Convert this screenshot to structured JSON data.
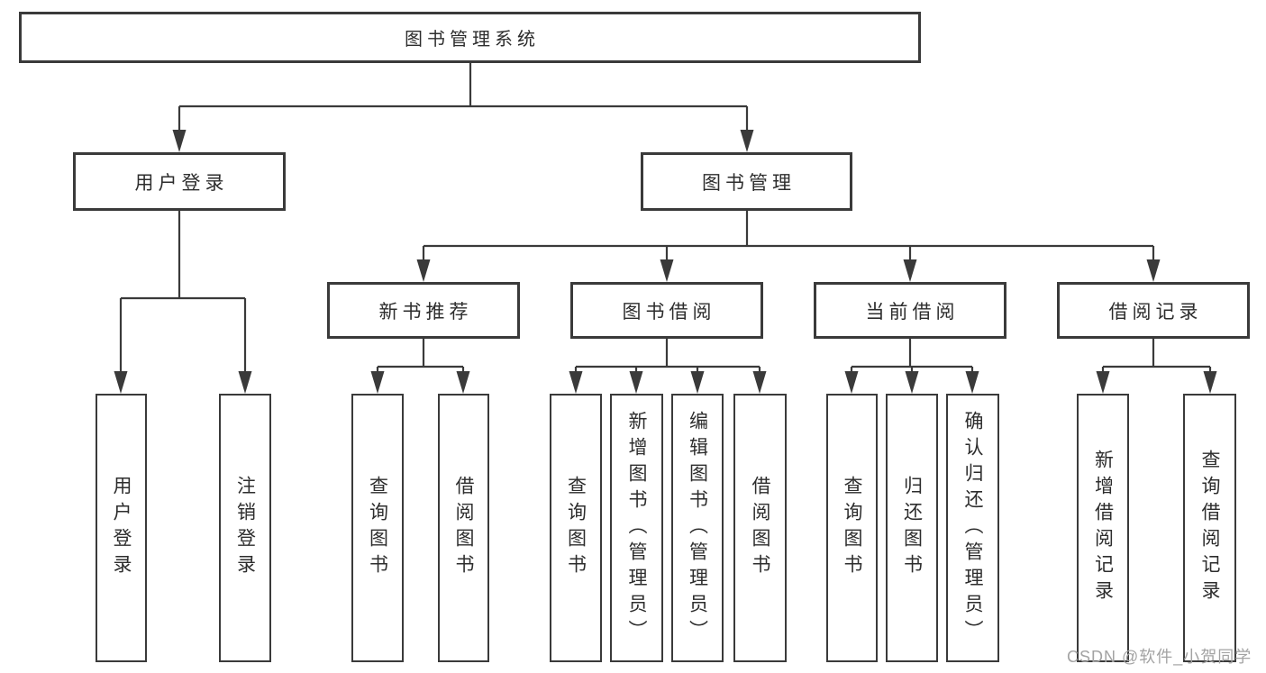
{
  "diagram": {
    "root": "图书管理系统",
    "level1": {
      "user_login": "用户登录",
      "book_management": "图书管理"
    },
    "level2": {
      "new_book_recommendation": "新书推荐",
      "book_borrowing": "图书借阅",
      "current_borrowing": "当前借阅",
      "borrowing_records": "借阅记录"
    },
    "leaves": {
      "user_login": [
        "用户登录",
        "注销登录"
      ],
      "new_book_recommendation": [
        "查询图书",
        "借阅图书"
      ],
      "book_borrowing": [
        "查询图书",
        "新增图书（管理员）",
        "编辑图书（管理员）",
        "借阅图书"
      ],
      "current_borrowing": [
        "查询图书",
        "归还图书",
        "确认归还（管理员）"
      ],
      "borrowing_records": [
        "新增借阅记录",
        "查询借阅记录"
      ]
    }
  },
  "watermark": "CSDN @软件_小贺同学",
  "colors": {
    "line": "#3a3a3a",
    "box_border": "#3a3a3a",
    "text": "#2d2d2d",
    "watermark_text": "#a3a3a3",
    "background": "#ffffff"
  }
}
